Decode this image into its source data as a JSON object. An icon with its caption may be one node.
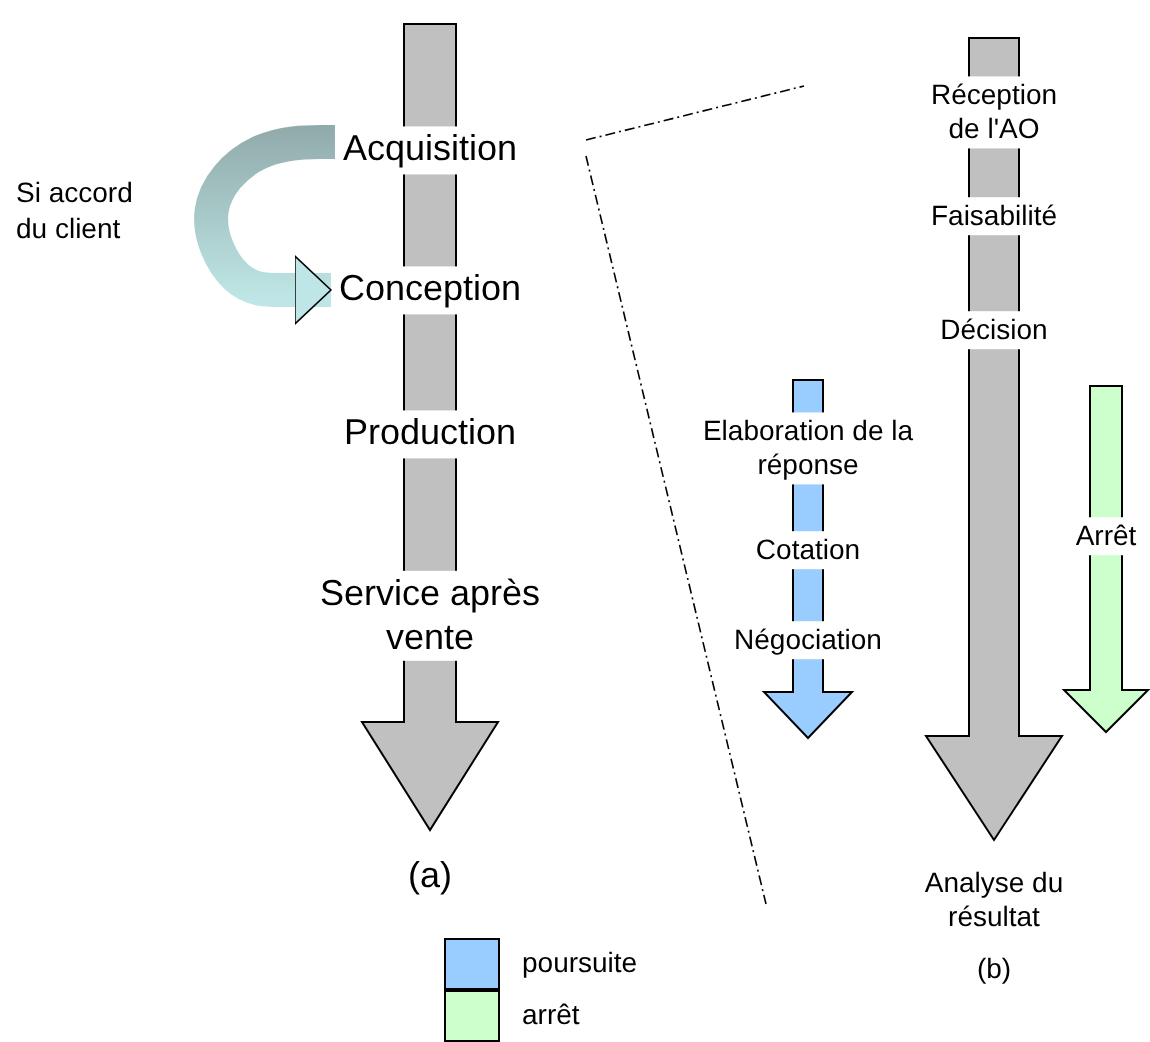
{
  "diagram": {
    "nodes": [
      {
        "text": [
          "Acquisition"
        ]
      },
      {
        "text": [
          "Conception"
        ]
      },
      {
        "text": [
          "Production"
        ]
      },
      {
        "text": [
          "Service après vente"
        ]
      },
      {
        "text": [
          "Réception de l'AO"
        ]
      },
      {
        "text": [
          "Faisabilité"
        ]
      },
      {
        "text": [
          "Décision"
        ]
      },
      {
        "text": [
          "Elaboration de la réponse"
        ]
      },
      {
        "text": [
          "Cotation"
        ]
      },
      {
        "text": [
          "Négociation"
        ]
      },
      {
        "text": [
          "Arrêt"
        ]
      },
      {
        "text": [
          "Analyse du résultat"
        ]
      }
    ],
    "edges": [
      {
        "from": 0,
        "to": 1,
        "arrow": "to",
        "label": "Si accord du client"
      }
    ],
    "labels": [
      "(a)",
      "(b)"
    ],
    "legend": [
      {
        "text": "poursuite",
        "color": "#99ccff"
      },
      {
        "text": "arrêt",
        "color": "#ccffcc"
      }
    ]
  }
}
